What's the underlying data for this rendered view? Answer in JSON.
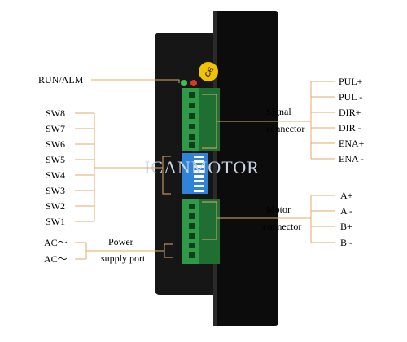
{
  "labels": {
    "run_alm": "RUN/ALM",
    "sw": [
      "SW8",
      "SW7",
      "SW6",
      "SW5",
      "SW4",
      "SW3",
      "SW2",
      "SW1"
    ],
    "ac": [
      "AC～",
      "AC～"
    ],
    "power_line1": "Power",
    "power_line2": "supply port",
    "signal_line1": "Signal",
    "signal_line2": "connector",
    "motor_line1": "Motor",
    "motor_line2": "connector",
    "signal_pins": [
      "PUL+",
      "PUL -",
      "DIR+",
      "DIR -",
      "ENA+",
      "ENA -"
    ],
    "motor_pins": [
      "A+",
      "A -",
      "B+",
      "B -"
    ]
  },
  "device": {
    "badge_text": "CE",
    "watermark": "ICANMOTOR"
  },
  "colors": {
    "leader_line": "#e3a86a",
    "case": "#111111",
    "terminal": "#2e9a48",
    "dip_switch": "#2f84d8",
    "badge": "#f2c200"
  }
}
